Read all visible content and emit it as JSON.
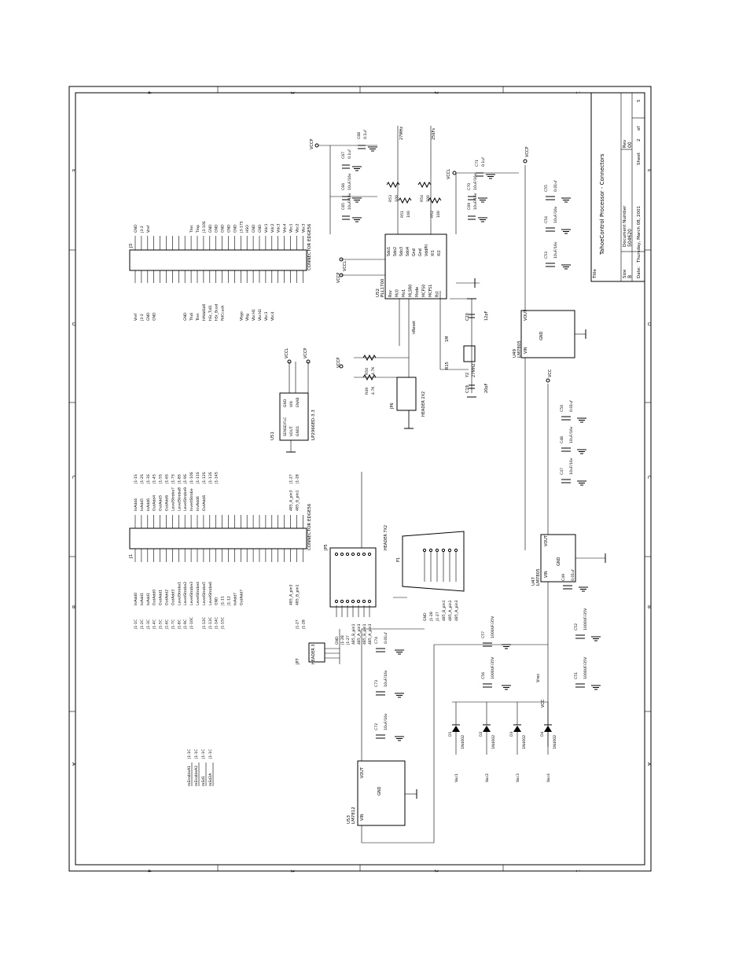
{
  "title_block": {
    "title_label": "Title",
    "title": "TahoeControl Processor - Connectors",
    "size_label": "Size",
    "size": "B",
    "docnum_label": "Document Number",
    "docnum": "504620",
    "rev_label": "Rev",
    "rev": "00",
    "date_label": "Date:",
    "date": "Thursday, March 08, 2001",
    "sheet_label": "Sheet",
    "sheet": "2",
    "of_label": "of",
    "of": "5"
  },
  "zones": {
    "rows": [
      "4",
      "3",
      "2",
      "1"
    ],
    "cols": [
      "A",
      "B",
      "C",
      "D",
      "E"
    ]
  },
  "connectors": {
    "j3": {
      "ref": "J3",
      "name": "CONNECTOR EDGE56"
    },
    "j1": {
      "ref": "J1",
      "name": "CONNECTOR EDGE56"
    },
    "jp5": {
      "ref": "JP5",
      "name": "HEADER 7X2"
    },
    "jp6": {
      "ref": "JP6",
      "name": "HEADER 2X2"
    },
    "jp7": {
      "ref": "JP7",
      "name": "HEADER 3"
    },
    "p1": {
      "ref": "P1"
    }
  },
  "j3_left_signals": [
    "Vref",
    "J3-2",
    "GND",
    "GND",
    "",
    "",
    "",
    "",
    "GND",
    "Thdi",
    "Tren",
    "hMddSd0",
    "hSr_Tdi1",
    "hSr_Busd",
    "RdCcack",
    "",
    "",
    "Vbgo",
    "Vbg",
    "VbcH1",
    "VbcH2",
    "Vbc3",
    "Vbc4",
    "",
    "",
    "",
    "",
    ""
  ],
  "j3_right_signals": [
    "GND",
    "J3-2",
    "Vref",
    "",
    "",
    "",
    "",
    "",
    "",
    "Tms",
    "Tmp",
    "J3-10S",
    "GND",
    "GND",
    "GND",
    "GND",
    "GND",
    "J3-17S",
    "HSO",
    "GND",
    "GND",
    "Vdc1",
    "Vdc2",
    "Vdc3",
    "Vdc4",
    "Vbc1",
    "Vbc2",
    "Vbc3"
  ],
  "j1_left_signals": [
    "InAdd0",
    "InAdd1",
    "InAdd1",
    "OutAdd0",
    "OutAdd1",
    "OutAdd2",
    "OutAdd3",
    "LevelStrobe1",
    "LevelStrobe2",
    "LevelStrobe3",
    "LevelStrobe4",
    "LevelStrobe5",
    "LevelStrobe6",
    "GND",
    "J1-11",
    "J1-12",
    "InAdd7",
    "OutAdd7",
    "",
    "",
    "",
    "",
    "",
    "",
    "",
    "485_A_pin3",
    "485_B_pin1",
    ""
  ],
  "j1_left_refs": [
    "J1-1C",
    "J1-2C",
    "J1-3C",
    "J1-4C",
    "J1-5C",
    "J1-6C",
    "J1-7C",
    "J1-8C",
    "J1-9C",
    "J1-10C",
    "",
    "J1-12C",
    "J1-13C",
    "J1-14C",
    "J1-15C",
    "",
    "",
    "",
    "",
    "",
    "",
    "",
    "",
    "",
    "",
    "",
    "J1-27",
    "J1-28"
  ],
  "j1_right_signals": [
    "InAdd4",
    "InAdd5",
    "InAdd6",
    "OutAdd4",
    "OutAdd5",
    "OutAdd6",
    "LevelStrobe7",
    "LevelStrobe8",
    "LevelStrobe9",
    "InvertStrobe",
    "InvAdd6",
    "OutAdd6",
    "",
    "",
    "",
    "",
    "",
    "",
    "",
    "",
    "",
    "",
    "",
    "",
    "",
    "485_A_pin3",
    "485_B_pin1",
    ""
  ],
  "j1_right_refs": [
    "J1-1S",
    "J1-2S",
    "J1-3S",
    "J1-4S",
    "J1-5S",
    "J1-6S",
    "J1-7S",
    "J1-8S",
    "J1-9S",
    "J1-10S",
    "J1-11S",
    "J1-12S",
    "J1-13S",
    "J1-14S",
    "",
    "",
    "",
    "",
    "",
    "",
    "",
    "",
    "",
    "",
    "",
    "J1-27",
    "J1-28",
    ""
  ],
  "jp5_signals": [
    "GND",
    "J1-28",
    "J1-27",
    "485_B_pin1",
    "485_A_pin3",
    "485_B_pin1",
    "485_A_pin3"
  ],
  "p1_signals": [
    "GND",
    "J1-28",
    "J1-27",
    "485_B_pin1",
    "485_A_pin1",
    "485_A_pin3"
  ],
  "u51": {
    "ref": "U51",
    "part": "LP2966ED-3.3",
    "pins": [
      "SENSE/FLC",
      "VOUT",
      "GND1",
      "GND",
      "VIN",
      "ENAB"
    ],
    "rails": [
      "VCCL",
      "VCCP"
    ]
  },
  "u52": {
    "ref": "U52",
    "part": "PLL1700",
    "left_pins": [
      "Rsv",
      "Mc0",
      "Mo1",
      "MLSR0",
      "Mode",
      "MCFS0",
      "MCFS1",
      "Rst"
    ],
    "right_pins": [
      "Sdo1",
      "Sdo2",
      "Sdo3",
      "Sdo4",
      "Gnd",
      "Gnd",
      "VddPll",
      "XI1",
      "XI2"
    ],
    "nets": [
      "VCCL",
      "VCCP",
      "VCCP",
      "nReset",
      "27MHz",
      "256Fs"
    ]
  },
  "clock": {
    "crystal_ref": "Y2",
    "crystal_val": "27MHZ",
    "r15": "R15",
    "r15_val": "1M",
    "c19": "C19",
    "c19_val": "20pF",
    "c20": "C20",
    "c20_val": "12pF"
  },
  "resistors": [
    {
      "ref": "R50",
      "val": "4.7K"
    },
    {
      "ref": "R49",
      "val": "4.7K"
    },
    {
      "ref": "R53",
      "val": "100"
    },
    {
      "ref": "R51",
      "val": "100"
    },
    {
      "ref": "R54",
      "val": "100"
    },
    {
      "ref": "R52",
      "val": "100"
    }
  ],
  "caps_top": [
    {
      "ref": "C68",
      "val": "0.1uf"
    },
    {
      "ref": "C67",
      "val": "0.1uf"
    },
    {
      "ref": "C66",
      "val": "10uF/16v"
    },
    {
      "ref": "C65",
      "val": "10uF/16v"
    },
    {
      "ref": "C71",
      "val": "0.1uf"
    },
    {
      "ref": "C70",
      "val": "10uF/16v"
    },
    {
      "ref": "C69",
      "val": "10uF/16v"
    }
  ],
  "regulators": [
    {
      "ref": "U49",
      "part": "LM7805",
      "pins": [
        "VIN",
        "GND",
        "VOUT"
      ]
    },
    {
      "ref": "U47",
      "part": "LM7805",
      "pins": [
        "VIN",
        "GND",
        "VOUT"
      ]
    },
    {
      "ref": "U53",
      "part": "LM7812",
      "pins": [
        "VIN",
        "GND",
        "VOUT"
      ]
    }
  ],
  "caps_right": [
    {
      "ref": "C55",
      "val": "0.01uf"
    },
    {
      "ref": "C54",
      "val": "10uF/16v"
    },
    {
      "ref": "C53",
      "val": "10uF/16v"
    },
    {
      "ref": "C50",
      "val": "0.01uf"
    },
    {
      "ref": "C48",
      "val": "10uF/16v"
    },
    {
      "ref": "C47",
      "val": "10uF/16v"
    },
    {
      "ref": "C49",
      "val": "0.01uf"
    },
    {
      "ref": "C52",
      "val": "1000UF/35V"
    },
    {
      "ref": "C51",
      "val": "1000UF/35V"
    }
  ],
  "caps_bottom": [
    {
      "ref": "C74",
      "val": "0.01uf"
    },
    {
      "ref": "C73",
      "val": "10uF/16v"
    },
    {
      "ref": "C72",
      "val": "10uF/16v"
    },
    {
      "ref": "C57",
      "val": "1000UF/35V"
    },
    {
      "ref": "C56",
      "val": "1000UF/35V"
    }
  ],
  "diodes": [
    {
      "ref": "D1",
      "part": "1N4002",
      "net": "Vac1"
    },
    {
      "ref": "D2",
      "part": "1N4002",
      "net": "Vac2"
    },
    {
      "ref": "D3",
      "part": "1N4002",
      "net": "Vac3"
    },
    {
      "ref": "D4",
      "part": "1N4002",
      "net": "Vac4"
    }
  ],
  "rails": {
    "vccp": "VCCP",
    "vcc": "VCC",
    "vcc2": "VCC",
    "vrec": "Vrec"
  },
  "misc_nets": [
    "mEnableA1",
    "mEnableA2",
    "mSd1",
    "mSd2A"
  ],
  "misc_refs": [
    "J1-1C",
    "J1-1C",
    "J1-1C",
    "J1-1C"
  ]
}
